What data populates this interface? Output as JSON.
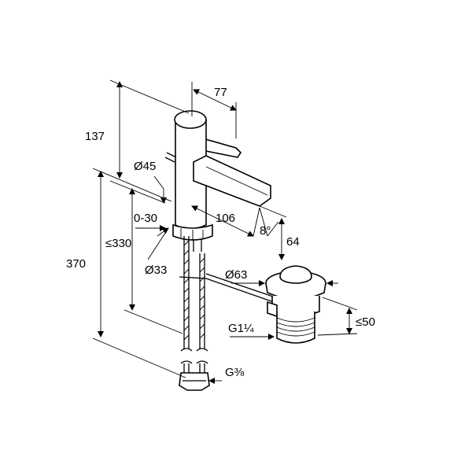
{
  "dimensions": {
    "d77": "77",
    "d137": "137",
    "d45": "Ø45",
    "d030": "0-30",
    "d106": "106",
    "d8deg": "8°",
    "d64": "64",
    "d330": "≤330",
    "d370": "370",
    "d33": "Ø33",
    "d63": "Ø63",
    "d50": "≤50",
    "dG114": "G1¼",
    "dG38": "G⅜"
  },
  "colors": {
    "line": "#000000",
    "background": "#ffffff"
  }
}
